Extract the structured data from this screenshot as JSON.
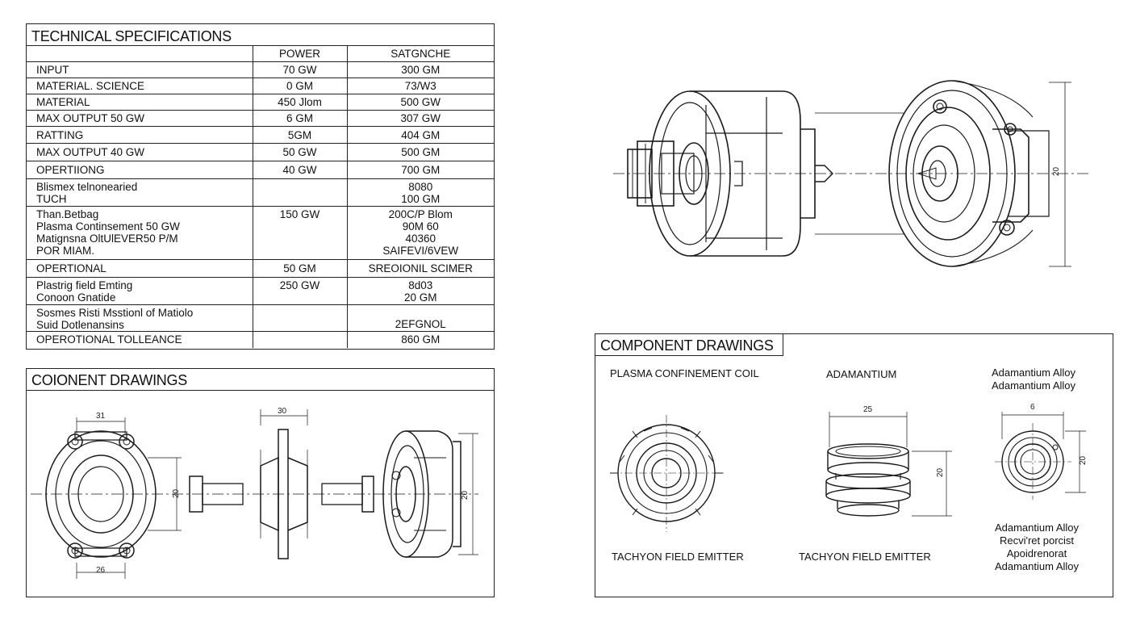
{
  "spec": {
    "title": "TECHNICAL SPECIFICATIONS",
    "headers": [
      "",
      "POWER",
      "SATGNCHE"
    ],
    "rows": [
      {
        "label": "INPUT",
        "power": "70 GW",
        "value": "300 GM"
      },
      {
        "label": "MATERIAL. SCIENCE",
        "power": "0 GM",
        "value": "73/W3"
      },
      {
        "label": "MATERIAL",
        "power": "450 Jlom",
        "value": "500 GW"
      },
      {
        "label": "MAX OUTPUT 50 GW",
        "power": "6 GM",
        "value": "307 GW"
      },
      {
        "label": "RATTING",
        "power": "5GM",
        "value": "404 GM"
      },
      {
        "label": "MAX OUTPUT 40 GW",
        "power": "50 GW",
        "value": "500 GM"
      },
      {
        "label": "OPERTIIONG",
        "power": "40 GW",
        "value": "700 GM"
      },
      {
        "label": "Blismex telnonearied\nTUCH",
        "power": "",
        "value": "8080\n100 GM"
      },
      {
        "label": "Than.Betbag\nPlasma Continsement 50 GW\nMatignsna OltUlEVER50 P/M\nPOR MIAM.",
        "power": "150 GW",
        "value": "200C/P Blom\n90M 60\n40360\nSAIFEVI/6VEW"
      },
      {
        "label": "OPERTIONAL",
        "power": "50 GM",
        "value": "SREOIONIL SCIMER"
      },
      {
        "label": "Plastrig field Emting\nConoon Gnatide",
        "power": "250 GW",
        "value": "8d03\n20 GM"
      },
      {
        "label": "Sosmes Risti Msstionl of Matiolo\nSuid Dotlenansins",
        "power": "",
        "value": "2EFGNOL"
      },
      {
        "label": "OPEROTIONAL TOLLEANCE",
        "power": "",
        "value": "860 GM"
      }
    ]
  },
  "bottom_left": {
    "title": "COIONENT DRAWINGS",
    "dims": {
      "a": "31",
      "b": "26",
      "c": "20",
      "d": "30",
      "e": "20"
    }
  },
  "hero": {
    "dim": "20"
  },
  "bottom_right": {
    "title": "COMPONENT DRAWINGS",
    "col1_title": "PLASMA CONFINEMENT COIL",
    "col2_title": "ADAMANTIUM",
    "col3_title": "Adamantium Alloy\nAdamantium Alloy",
    "col1_caption": "TACHYON FIELD EMITTER",
    "col2_caption": "TACHYON FIELD EMITTER",
    "col3_caption": "Adamantium Alloy\nRecvi'ret porcist\nApoidrenorat\nAdamantium Alloy",
    "dims": {
      "a": "25",
      "b": "20",
      "c": "6",
      "d": "20"
    }
  }
}
